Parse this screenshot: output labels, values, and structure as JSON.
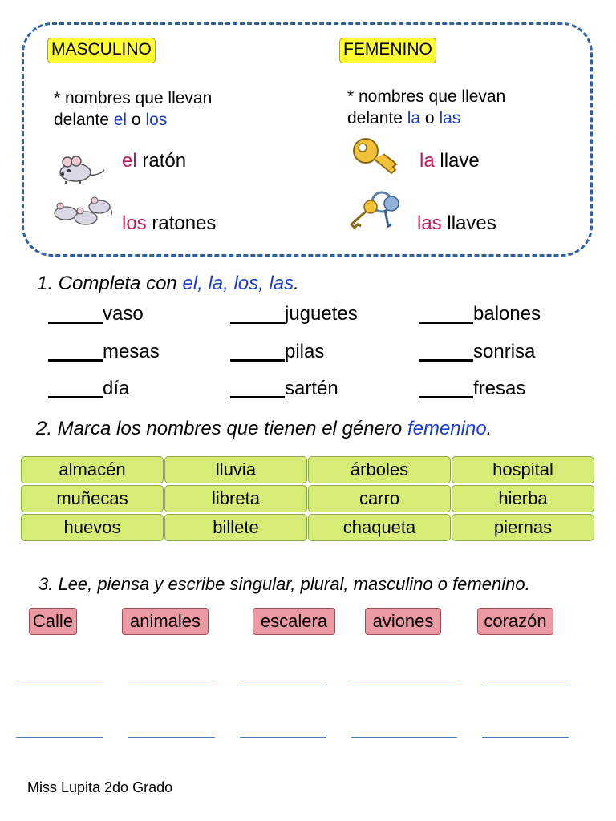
{
  "box": {
    "masc": {
      "title": "MASCULINO",
      "note_line1": "* nombres que llevan",
      "note_pre": "delante ",
      "note_a1": "el",
      "note_mid": " o ",
      "note_a2": "los",
      "ex1_article": "el",
      "ex1_noun": " ratón",
      "ex2_article": "los",
      "ex2_noun": " ratones"
    },
    "fem": {
      "title": "FEMENINO",
      "note_line1": "* nombres que llevan",
      "note_pre": "delante ",
      "note_a1": "la",
      "note_mid": " o ",
      "note_a2": "las",
      "ex1_article": "la",
      "ex1_noun": " llave",
      "ex2_article": "las",
      "ex2_noun": " llaves"
    }
  },
  "q1": {
    "prefix": "1. Completa con ",
    "options": "el, la, los, las",
    "suffix": ".",
    "words": [
      "vaso",
      "juguetes",
      "balones",
      "mesas",
      "pilas",
      "sonrisa",
      "día",
      "sartén",
      "fresas"
    ]
  },
  "q2": {
    "prefix": "2. Marca los nombres que tienen el género ",
    "highlight": "femenino",
    "suffix": ".",
    "grid": [
      [
        "almacén",
        "lluvia",
        "árboles",
        "hospital"
      ],
      [
        "muñecas",
        "libreta",
        "carro",
        "hierba"
      ],
      [
        "huevos",
        "billete",
        "chaqueta",
        "piernas"
      ]
    ]
  },
  "q3": {
    "text": "3. Lee, piensa y escribe singular, plural, masculino o femenino.",
    "words": [
      "Calle",
      "animales",
      "escalera",
      "aviones",
      "corazón"
    ]
  },
  "footer": "Miss Lupita 2do Grado",
  "colors": {
    "frame": "#2e5f9e",
    "tag": "#ffff33",
    "green_cell": "#d7ec74",
    "pink_cell": "#eb9aa3",
    "article_blue": "#1a3ccc",
    "article_red": "#c0175b"
  }
}
